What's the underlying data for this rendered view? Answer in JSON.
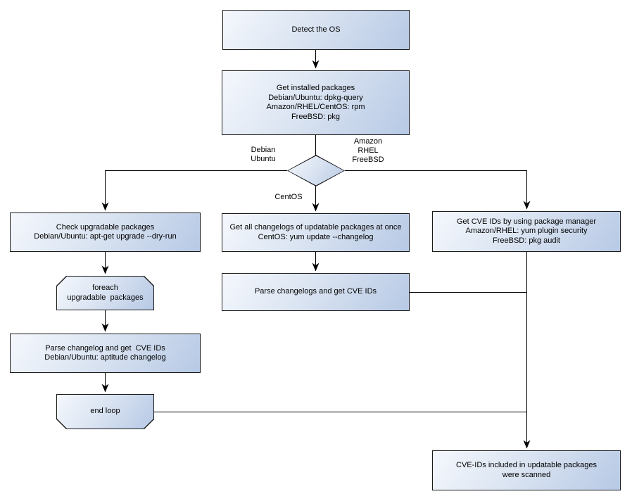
{
  "diagram": {
    "nodes": {
      "detect_os": "Detect the OS",
      "get_installed_packages": "Get installed packages\nDebian/Ubuntu: dpkg-query\nAmazon/RHEL/CentOS: rpm\nFreeBSD: pkg",
      "check_upgradable": "Check upgradable packages\nDebian/Ubuntu: apt-get upgrade --dry-run",
      "foreach_loop": "foreach\nupgradable  packages",
      "parse_changelog_debian": "Parse changelog and get  CVE IDs\nDebian/Ubuntu: aptitude changelog",
      "end_loop": "end loop",
      "get_changelogs_centos": "Get all changelogs of updatable packages at once\nCentOS: yum update --changelog",
      "parse_changelogs_centos": "Parse changelogs and get CVE IDs",
      "get_cve_pkg_manager": "Get CVE IDs by using package manager\nAmazon/RHEL: yum plugin security\nFreeBSD: pkg audit",
      "result_scanned": "CVE-IDs included in updatable packages\nwere scanned"
    },
    "branch_labels": {
      "debian_ubuntu": "Debian\nUbuntu",
      "amazon_rhel_freebsd": "Amazon\nRHEL\nFreeBSD",
      "centos": "CentOS"
    },
    "colors": {
      "node_fill_start": "#f5f8fd",
      "node_fill_mid": "#d9e3f1",
      "node_fill_end": "#b7c9e5",
      "node_border": "#1a1a1a",
      "connector": "#000000",
      "text": "#000000",
      "background": "#ffffff"
    }
  }
}
